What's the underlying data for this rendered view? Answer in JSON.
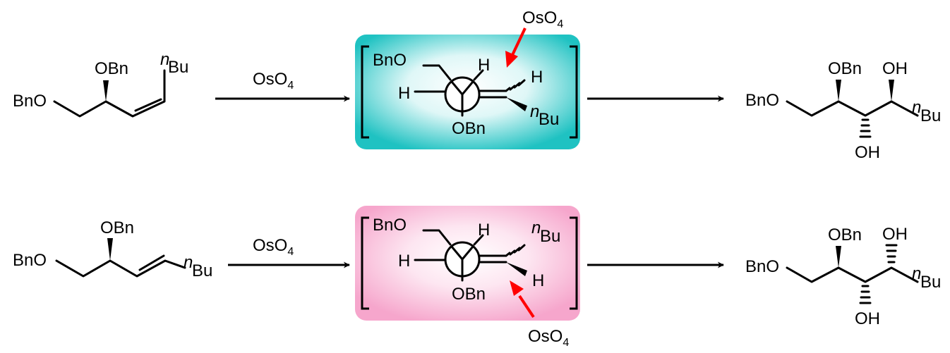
{
  "colors": {
    "teal_box": "#1fc2c2",
    "pink_box": "#f6a6cc",
    "attack_arrow": "#ff0000",
    "ink": "#000000"
  },
  "labels": {
    "bno": "BnO",
    "obn": "OBn",
    "oh": "OH",
    "h": "H",
    "n_prefix": "n",
    "bu": "Bu",
    "os": "OsO",
    "sub4": "4"
  },
  "reactions": [
    {
      "substrate": "Z-alkene",
      "reagent": "OsO4",
      "transition_state": "teal",
      "attack": "top"
    },
    {
      "substrate": "E-alkene",
      "reagent": "OsO4",
      "transition_state": "pink",
      "attack": "bottom"
    }
  ]
}
